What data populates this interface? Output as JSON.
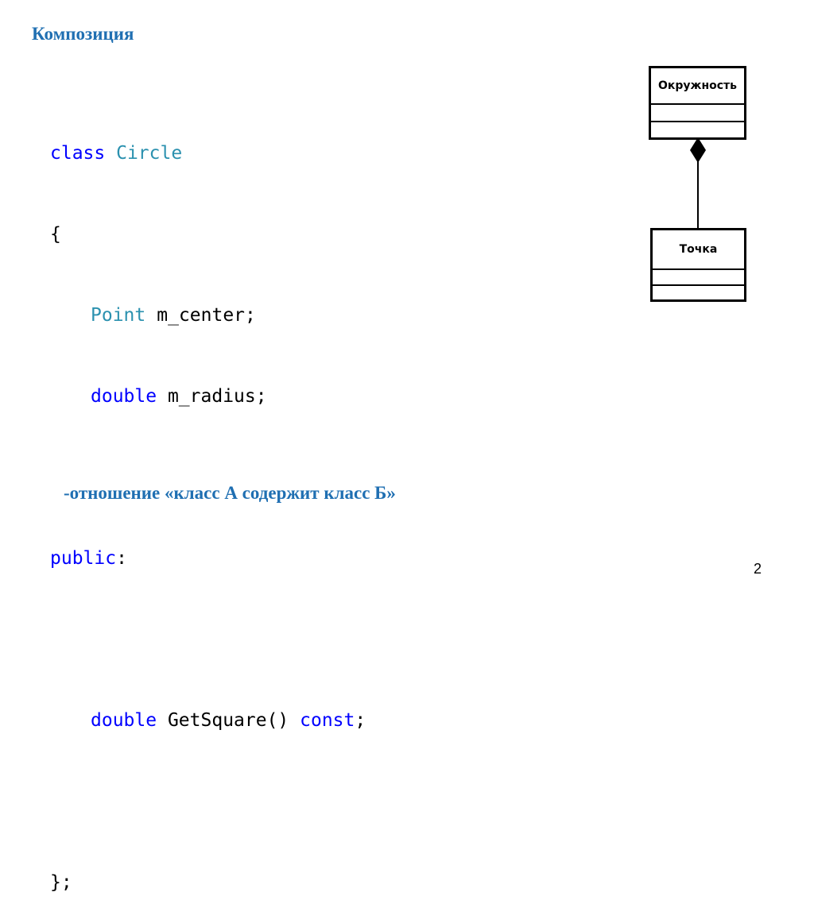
{
  "slide": {
    "title": "Композиция",
    "caption": "-отношение «класс А содержит класс Б»",
    "page_number": "2"
  },
  "code": {
    "line1_kw": "class",
    "line1_type": "Circle",
    "line2": "{",
    "line3_type": "Point",
    "line3_rest": "m_center;",
    "line4_kw": "double",
    "line4_rest": "m_radius;",
    "line6_kw": "public",
    "line6_rest": ":",
    "line8_kw": "double",
    "line8_mid": "GetSquare()",
    "line8_kw2": "const",
    "line8_end": ";",
    "line10": "};"
  },
  "uml": {
    "container_class": "Окружность",
    "part_class": "Точка",
    "relation": "composition"
  },
  "colors": {
    "heading": "#1f6fb2",
    "keyword": "#0000ff",
    "type_name": "#2b91af"
  }
}
